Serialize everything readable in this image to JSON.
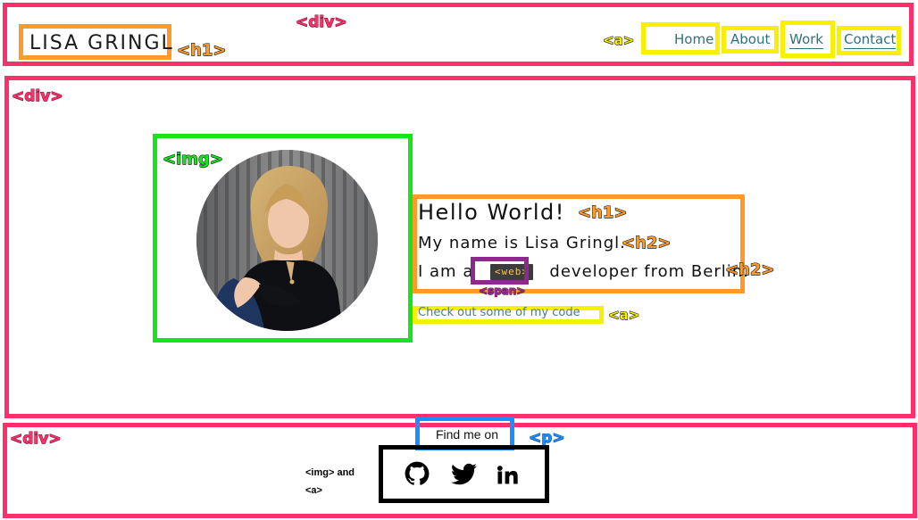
{
  "header": {
    "site_title": "LISA GRINGL",
    "nav": [
      "Home",
      "About",
      "Work",
      "Contact"
    ]
  },
  "annotations": {
    "div_top": "<div>",
    "h1_header": "<h1>",
    "a_nav": "<a>",
    "div_main": "<div>",
    "img_main": "<img>",
    "h1_hero": "<h1>",
    "h2_first": "<h2>",
    "h2_second": "<h2>",
    "span": "<span>",
    "a_code": "<a>",
    "div_footer": "<div>",
    "p_footer": "<p>",
    "img_and_a_line1": "<img> and",
    "img_and_a_line2": "<a>"
  },
  "hero": {
    "title": "Hello World!",
    "intro": "My name is Lisa Gringl.",
    "developer_prefix": "I am a",
    "developer_tag": "<web>",
    "developer_suffix": "developer from Berlin.",
    "code_link": "Check out some of my code"
  },
  "footer": {
    "find_me": "Find me on",
    "social_icons": [
      "github-icon",
      "twitter-icon",
      "linkedin-icon"
    ]
  },
  "colors": {
    "pink": "#ff2f6b",
    "orange": "#ff9a2a",
    "yellow": "#f7f000",
    "green": "#15e51a",
    "purple": "#8a2b8d",
    "blue": "#1f8cff",
    "black": "#000000",
    "link": "#2f6f7f",
    "code_tag_bg": "#3c3c3c",
    "code_tag_text": "#f4c35b"
  }
}
